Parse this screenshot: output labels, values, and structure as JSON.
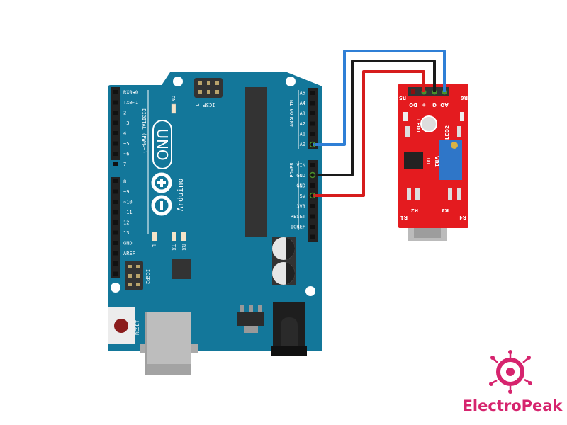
{
  "colors": {
    "board": "#13779a",
    "sensor": "#e41b1f",
    "wire_blue": "#2f7fd6",
    "wire_black": "#1a1a1a",
    "wire_red": "#d61c1c",
    "brand": "#d6246e"
  },
  "arduino": {
    "model": "UNO",
    "brand": "Arduino",
    "on_label": "ON",
    "icsp_label": "ICSP",
    "icsp_pin1": "1",
    "icsp2_label": "ICSP2",
    "digital_label": "DIGITAL (PWM=~)",
    "analog_label": "ANALOG IN",
    "power_label": "POWER",
    "led_l": "L",
    "led_tx": "TX",
    "led_rx": "RX",
    "reset_label": "RESET",
    "digital_pins_top": [
      "RX0◄0",
      "TX0►1",
      "2",
      "~3",
      "4",
      "~5",
      "~6",
      "7"
    ],
    "digital_pins_bottom": [
      "8",
      "~9",
      "~10",
      "~11",
      "12",
      "13",
      "GND",
      "AREF",
      "",
      ""
    ],
    "analog_pins": [
      "A5",
      "A4",
      "A3",
      "A2",
      "A1",
      "A0"
    ],
    "power_pins": [
      "VIN",
      "GND",
      "GND",
      "5V",
      "3V3",
      "RESET",
      "IOREF",
      ""
    ]
  },
  "sensor": {
    "pins": [
      "DO",
      "+",
      "G",
      "AO"
    ],
    "labels": {
      "r5": "R5",
      "r6": "R6",
      "led1": "LED1",
      "led2": "LED2",
      "u1": "U1",
      "vr1": "VR1",
      "r1": "R1",
      "r2": "R2",
      "r3": "R3",
      "r4": "R4"
    }
  },
  "wires": [
    {
      "from": "A0",
      "to": "AO",
      "color": "blue"
    },
    {
      "from": "GND",
      "to": "G",
      "color": "black"
    },
    {
      "from": "5V",
      "to": "+",
      "color": "red"
    }
  ],
  "logo": {
    "text": "ElectroPeak"
  }
}
